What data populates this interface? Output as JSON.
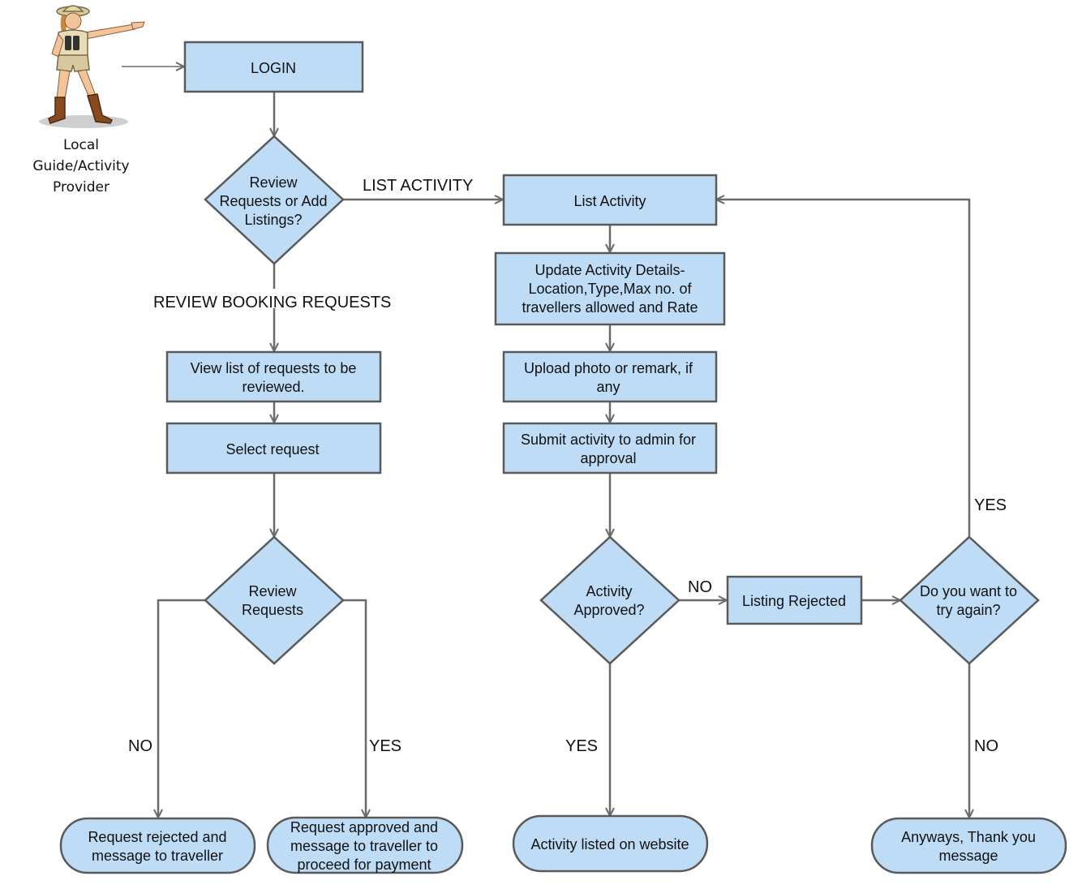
{
  "actor": {
    "label_lines": [
      "Local",
      "Guide/Activity",
      "Provider"
    ]
  },
  "nodes": {
    "login": [
      "LOGIN"
    ],
    "decision_main": [
      "Review",
      "Requests or Add",
      "Listings?"
    ],
    "list_activity": [
      "List Activity"
    ],
    "update_details": [
      "Update Activity Details-",
      "Location,Type,Max no. of",
      "travellers allowed and Rate"
    ],
    "upload_photo": [
      "Upload photo or remark, if",
      "any"
    ],
    "submit_activity": [
      "Submit activity to admin for",
      "approval"
    ],
    "activity_approved": [
      "Activity",
      "Approved?"
    ],
    "listing_rejected": [
      "Listing Rejected"
    ],
    "try_again": [
      "Do you want to",
      "try again?"
    ],
    "view_requests": [
      "View list of requests to be",
      "reviewed."
    ],
    "select_request": [
      "Select request"
    ],
    "review_requests": [
      "Review",
      "Requests"
    ],
    "request_rejected": [
      "Request rejected and",
      "message to traveller"
    ],
    "request_approved": [
      "Request approved and",
      "message to traveller to",
      "proceed for payment"
    ],
    "activity_listed": [
      "Activity listed on website"
    ],
    "thank_you": [
      "Anyways, Thank you",
      "message"
    ]
  },
  "edge_labels": {
    "list_activity": "LIST ACTIVITY",
    "review_booking": "REVIEW BOOKING REQUESTS",
    "review_no": "NO",
    "review_yes": "YES",
    "approved_no": "NO",
    "approved_yes": "YES",
    "try_yes": "YES",
    "try_no": "NO"
  },
  "colors": {
    "node_fill": "#bfdcf7",
    "node_stroke": "#5a5a5a",
    "edge": "#6a6a6a"
  }
}
